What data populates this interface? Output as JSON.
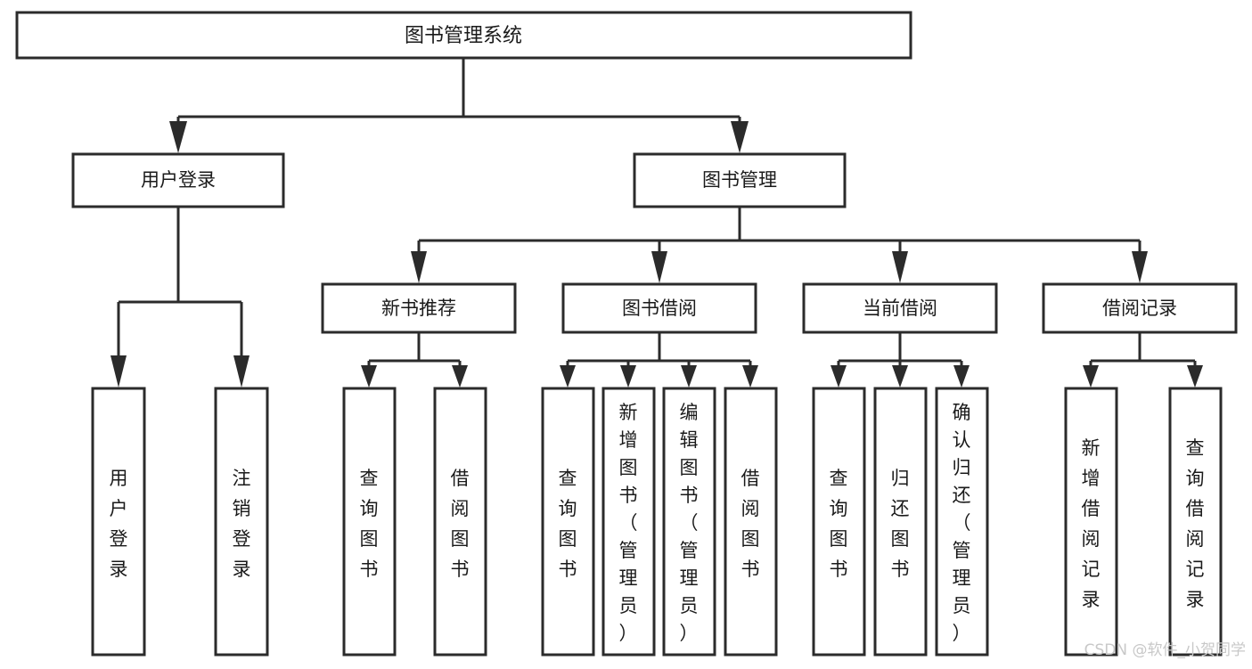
{
  "diagram": {
    "type": "tree-hierarchy-chart",
    "title": "图书管理系统",
    "orientation": "top-down",
    "accent_color": "#2b2b2b",
    "background_color": "#ffffff",
    "root": {
      "label": "图书管理系统",
      "id": "root"
    },
    "level2": [
      {
        "id": "user-login",
        "label": "用户登录"
      },
      {
        "id": "book-manage",
        "label": "图书管理"
      }
    ],
    "level3": [
      {
        "id": "new-book-recommend",
        "label": "新书推荐",
        "parent": "book-manage"
      },
      {
        "id": "book-borrow",
        "label": "图书借阅",
        "parent": "book-manage"
      },
      {
        "id": "current-borrow",
        "label": "当前借阅",
        "parent": "book-manage"
      },
      {
        "id": "borrow-record",
        "label": "借阅记录",
        "parent": "book-manage"
      }
    ],
    "leaves": {
      "user-login": [
        {
          "id": "leaf-user-login",
          "label": "用户登录"
        },
        {
          "id": "leaf-user-logout",
          "label": "注销登录"
        }
      ],
      "new-book-recommend": [
        {
          "id": "leaf-query-book-1",
          "label": "查询图书"
        },
        {
          "id": "leaf-borrow-book-1",
          "label": "借阅图书"
        }
      ],
      "book-borrow": [
        {
          "id": "leaf-query-book-2",
          "label": "查询图书"
        },
        {
          "id": "leaf-add-book",
          "label": "新增图书（管理员）"
        },
        {
          "id": "leaf-edit-book",
          "label": "编辑图书（管理员）"
        },
        {
          "id": "leaf-borrow-book-2",
          "label": "借阅图书"
        }
      ],
      "current-borrow": [
        {
          "id": "leaf-query-book-3",
          "label": "查询图书"
        },
        {
          "id": "leaf-return-book",
          "label": "归还图书"
        },
        {
          "id": "leaf-confirm-return",
          "label": "确认归还（管理员）"
        }
      ],
      "borrow-record": [
        {
          "id": "leaf-add-record",
          "label": "新增借阅记录"
        },
        {
          "id": "leaf-query-record",
          "label": "查询借阅记录"
        }
      ]
    }
  },
  "watermark": {
    "text": "CSDN @软件_小贺同学"
  }
}
